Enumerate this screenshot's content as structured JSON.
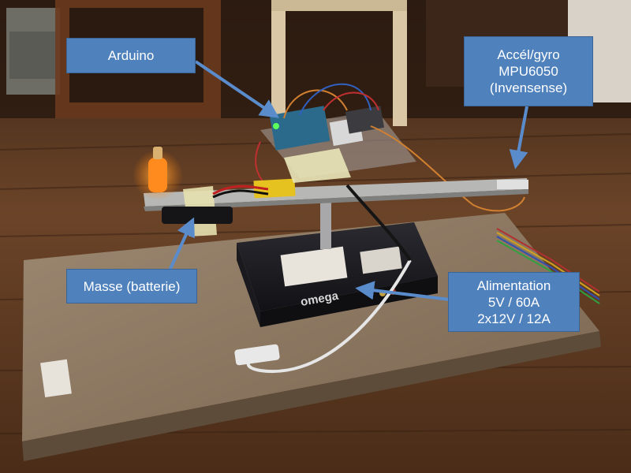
{
  "callouts": {
    "arduino": {
      "lines": [
        "Arduino"
      ]
    },
    "mpu": {
      "lines": [
        "Accél/gyro",
        "MPU6050",
        "(Invensense)"
      ]
    },
    "masse": {
      "lines": [
        "Masse (batterie)"
      ]
    },
    "alimentation": {
      "lines": [
        "Alimentation",
        "5V / 60A",
        "2x12V / 12A"
      ]
    }
  },
  "photo": {
    "power_supply_brand": "omega",
    "description_icons": {
      "arrow": "arrow-icon"
    }
  },
  "colors": {
    "callout_fill": "#4f81bd",
    "callout_border": "#3b6494",
    "arrow": "#5a8ccc",
    "floor": "#5a3a22",
    "board": "#8f7a63"
  }
}
